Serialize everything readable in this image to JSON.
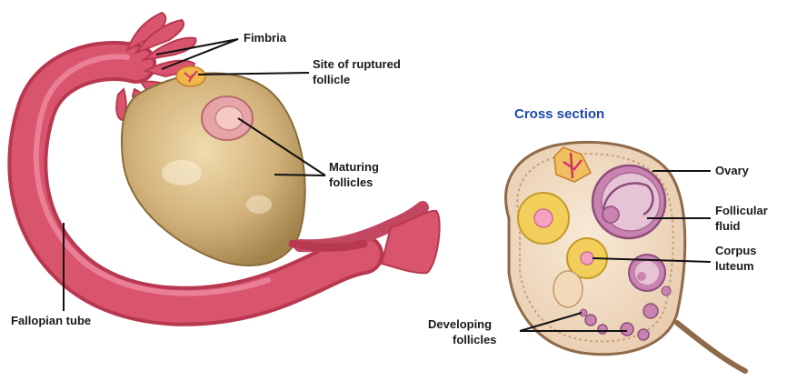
{
  "labels": {
    "fimbria": "Fimbria",
    "ruptured_line1": "Site of ruptured",
    "ruptured_line2": "follicle",
    "maturing_line1": "Maturing",
    "maturing_line2": "follicles",
    "fallopian": "Fallopian tube",
    "cross_section": "Cross section",
    "ovary": "Ovary",
    "fluid_line1": "Follicular",
    "fluid_line2": "fluid",
    "corpus_line1": "Corpus",
    "corpus_line2": "luteum",
    "developing_line1": "Developing",
    "developing_line2": "follicles"
  },
  "colors": {
    "tube": "#d9556e",
    "tube_dark": "#b8384f",
    "ovary": "#d6b67c",
    "ovary_dark": "#a98a4e",
    "section_fill": "#f2dfc4",
    "corpus": "#f2cf5a",
    "title": "#1f47a8",
    "leader": "#111111"
  }
}
